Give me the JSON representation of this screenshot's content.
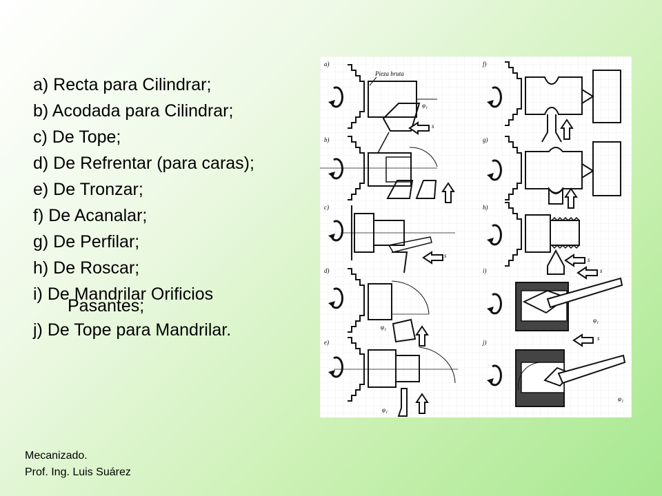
{
  "list": {
    "items": [
      {
        "text": "a) Recta para Cilindrar;"
      },
      {
        "text": "b) Acodada para Cilindrar;"
      },
      {
        "text": "c) De Tope;"
      },
      {
        "text": "d) De Refrentar (para caras);"
      },
      {
        "text": "e) De Tronzar;"
      },
      {
        "text": "f) De Acanalar;"
      },
      {
        "text": "g) De Perfilar;"
      },
      {
        "text": "h) De Roscar;"
      },
      {
        "text": "i) De Mandrilar Orificios",
        "cont": "Pasantes;"
      },
      {
        "text": "j) De Tope para Mandrilar."
      }
    ]
  },
  "figure": {
    "label_pieza": "Pieza bruta",
    "panel_letters": [
      "a)",
      "b)",
      "c)",
      "d)",
      "e)",
      "f)",
      "g)",
      "h)",
      "i)",
      "j)"
    ],
    "arrow_label": "s",
    "angle_label": "φ₁",
    "stroke_color": "#111111"
  },
  "footer": {
    "line1": "Mecanizado.",
    "line2": "Prof. Ing. Luis Suárez"
  },
  "colors": {
    "background_light": "#ffffff",
    "background_green": "#a7e890"
  }
}
